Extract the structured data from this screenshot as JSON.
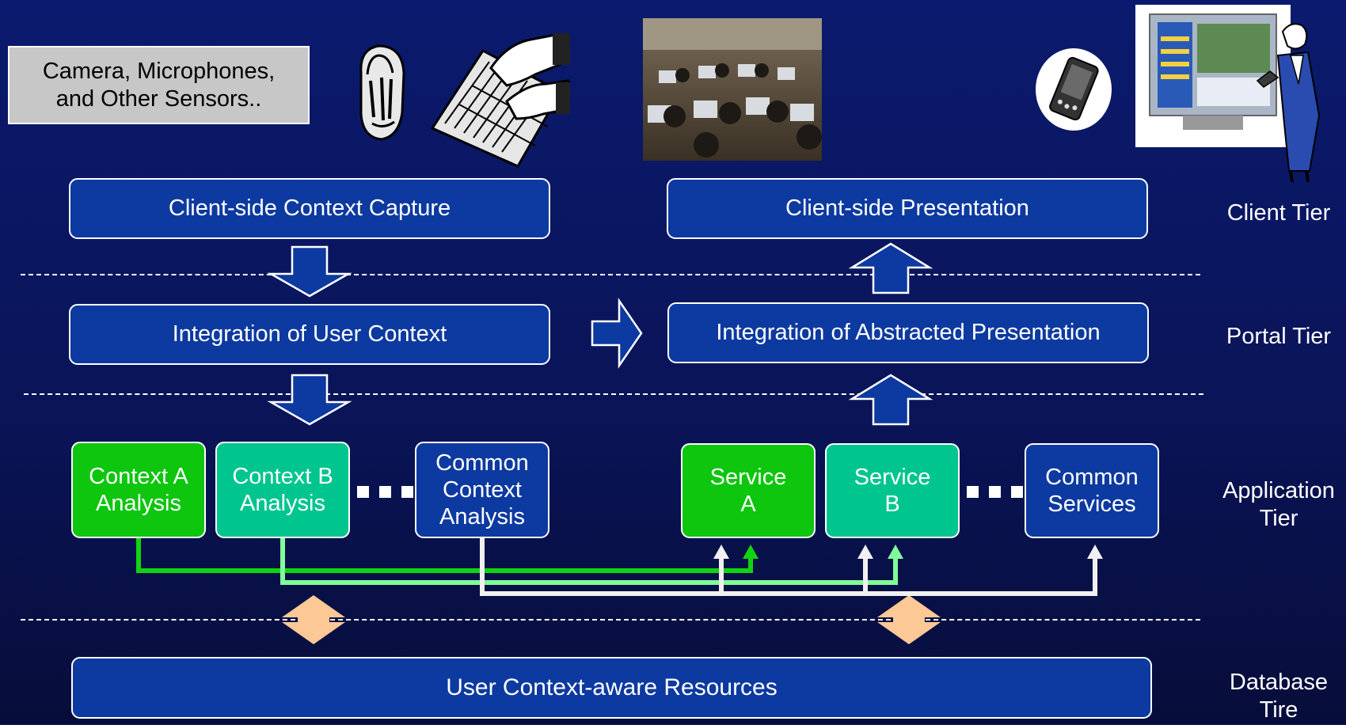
{
  "sensors_label": "Camera, Microphones,\nand Other Sensors..",
  "boxes": {
    "client_capture": "Client-side Context Capture",
    "client_presentation": "Client-side Presentation",
    "integration_user_context": "Integration of User Context",
    "integration_abstracted_presentation": "Integration of Abstracted Presentation",
    "context_a": "Context A\nAnalysis",
    "context_b": "Context B\nAnalysis",
    "common_context": "Common\nContext\nAnalysis",
    "service_a": "Service\nA",
    "service_b": "Service\nB",
    "common_services": "Common\nServices",
    "resources": "User Context-aware Resources"
  },
  "tiers": {
    "client": "Client Tier",
    "portal": "Portal Tier",
    "application": "Application\nTier",
    "database": "Database\nTire"
  },
  "colors": {
    "background": "#0a1458",
    "box_blue": "#0d3aa0",
    "context_a_green": "#0dc60d",
    "context_b_green": "#00c58e",
    "line_a": "#11d411",
    "line_b": "#80ff9a",
    "line_common": "#f0f0f0",
    "db_arrow": "#fcc896"
  },
  "icons": [
    "mouse-hand-icon",
    "keyboard-hands-icon",
    "classroom-photo",
    "pda-icon",
    "presenter-display-icon"
  ]
}
